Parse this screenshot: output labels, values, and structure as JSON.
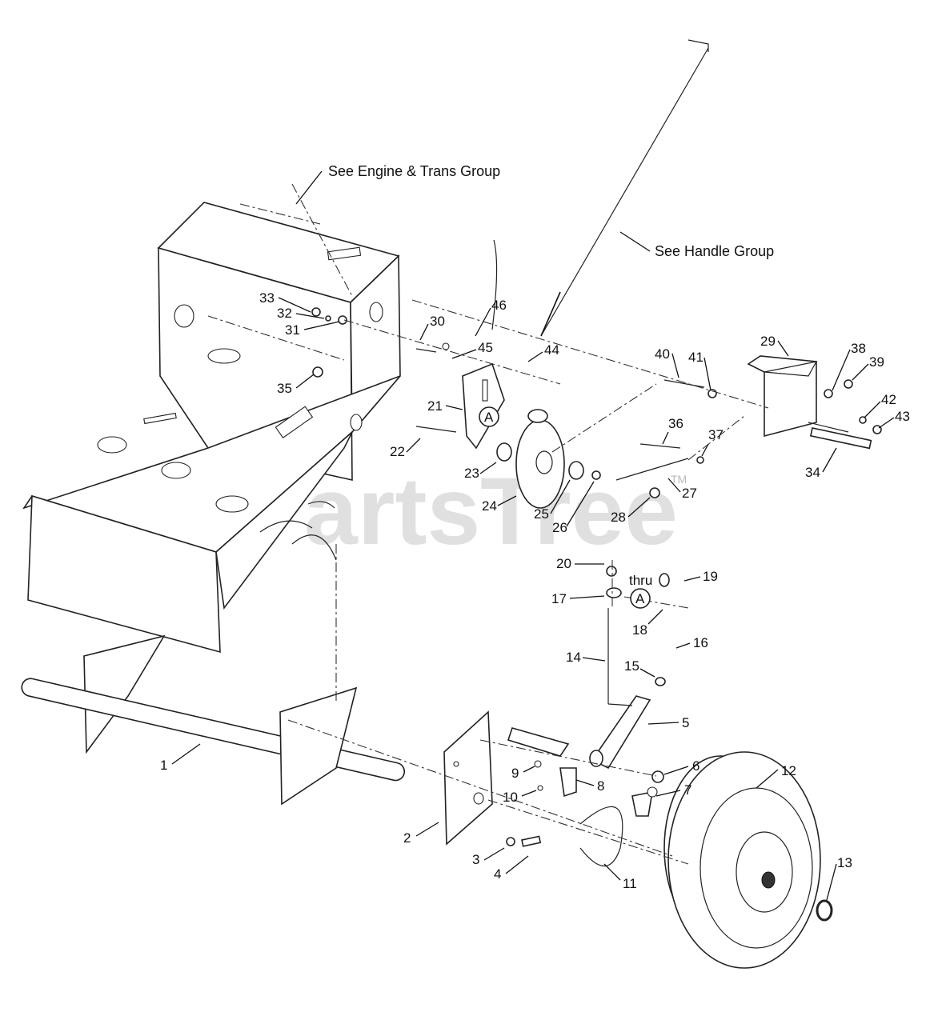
{
  "group_refs": {
    "engine": "See Engine & Trans Group",
    "handle": "See Handle Group"
  },
  "watermark": {
    "text": "PartsTree",
    "tm": "TM"
  },
  "callouts": {
    "thru": "thru",
    "ref_a": "A"
  },
  "part_labels": [
    "1",
    "2",
    "3",
    "4",
    "5",
    "6",
    "7",
    "8",
    "9",
    "10",
    "11",
    "12",
    "13",
    "14",
    "15",
    "16",
    "17",
    "18",
    "19",
    "20",
    "21",
    "22",
    "23",
    "24",
    "25",
    "26",
    "27",
    "28",
    "29",
    "30",
    "31",
    "32",
    "33",
    "34",
    "35",
    "36",
    "37",
    "38",
    "39",
    "40",
    "41",
    "42",
    "43",
    "44",
    "45",
    "46"
  ]
}
